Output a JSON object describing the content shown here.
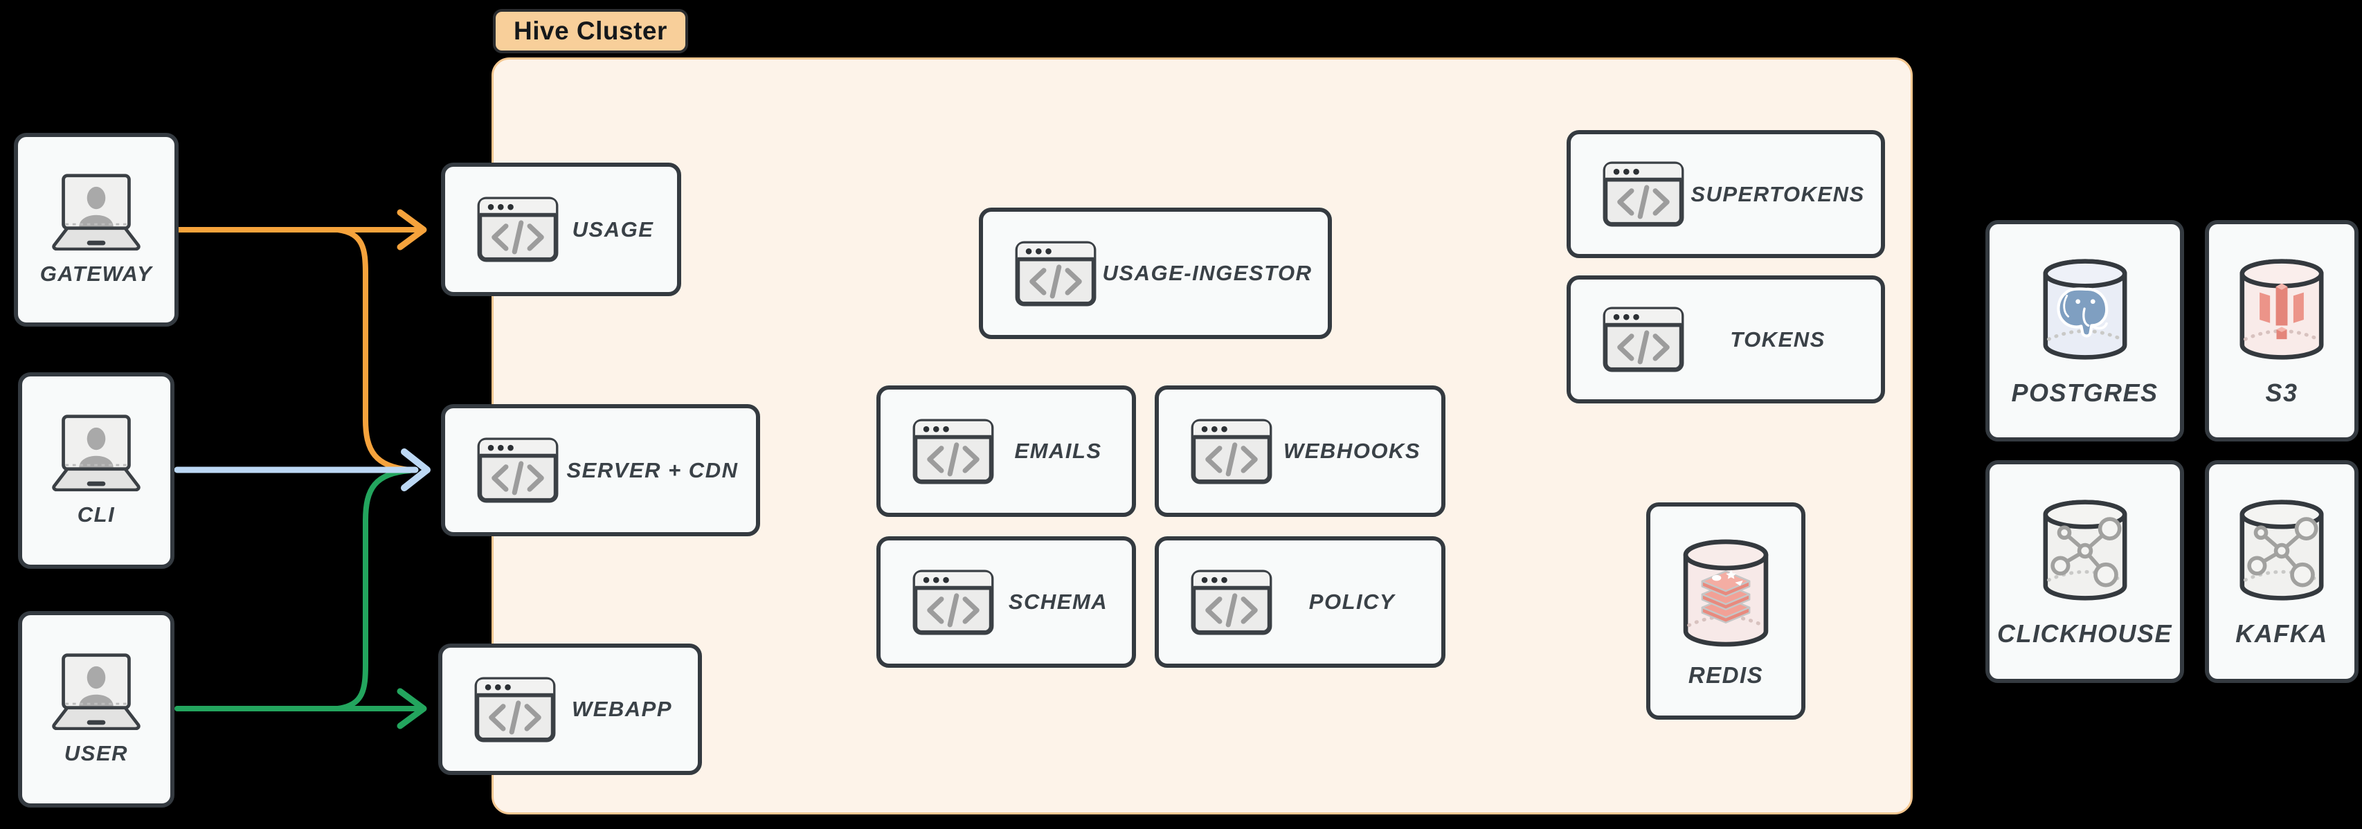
{
  "diagram": {
    "cluster_label": "Hive Cluster"
  },
  "colors": {
    "background": "#000000",
    "cluster_fill": "#fdf3e9",
    "cluster_border": "#f5c790",
    "cluster_pill_fill": "#f8cf9a",
    "node_fill": "#f8fafa",
    "node_border": "#343a40",
    "label_text": "#3a4147",
    "edge_orange": "#f6a33c",
    "edge_blue": "#bcd8f4",
    "edge_green": "#23a55e"
  },
  "nodes": {
    "gateway": {
      "label": "GATEWAY",
      "icon": "laptop-user-icon"
    },
    "cli": {
      "label": "CLI",
      "icon": "laptop-user-icon"
    },
    "user": {
      "label": "USER",
      "icon": "laptop-user-icon"
    },
    "usage": {
      "label": "USAGE",
      "icon": "code-window-icon"
    },
    "server_cdn": {
      "label": "SERVER + CDN",
      "icon": "code-window-icon"
    },
    "webapp": {
      "label": "WEBAPP",
      "icon": "code-window-icon"
    },
    "usage_ingestor": {
      "label": "USAGE-INGESTOR",
      "icon": "code-window-icon"
    },
    "emails": {
      "label": "EMAILS",
      "icon": "code-window-icon"
    },
    "webhooks": {
      "label": "WEBHOOKS",
      "icon": "code-window-icon"
    },
    "schema": {
      "label": "SCHEMA",
      "icon": "code-window-icon"
    },
    "policy": {
      "label": "POLICY",
      "icon": "code-window-icon"
    },
    "supertokens": {
      "label": "SUPERTOKENS",
      "icon": "code-window-icon"
    },
    "tokens": {
      "label": "TOKENS",
      "icon": "code-window-icon"
    },
    "redis": {
      "label": "REDIS",
      "icon": "redis-database-icon"
    },
    "postgres": {
      "label": "POSTGRES",
      "icon": "postgres-database-icon"
    },
    "s3": {
      "label": "S3",
      "icon": "s3-database-icon"
    },
    "clickhouse": {
      "label": "CLICKHOUSE",
      "icon": "molecule-database-icon"
    },
    "kafka": {
      "label": "KAFKA",
      "icon": "molecule-database-icon"
    }
  },
  "edges": [
    {
      "from": "GATEWAY",
      "to": "USAGE",
      "color": "#f6a33c"
    },
    {
      "from": "GATEWAY",
      "to": "SERVER + CDN",
      "color": "#f6a33c"
    },
    {
      "from": "CLI",
      "to": "SERVER + CDN",
      "color": "#bcd8f4"
    },
    {
      "from": "USER",
      "to": "SERVER + CDN",
      "color": "#23a55e"
    },
    {
      "from": "USER",
      "to": "WEBAPP",
      "color": "#23a55e"
    }
  ]
}
